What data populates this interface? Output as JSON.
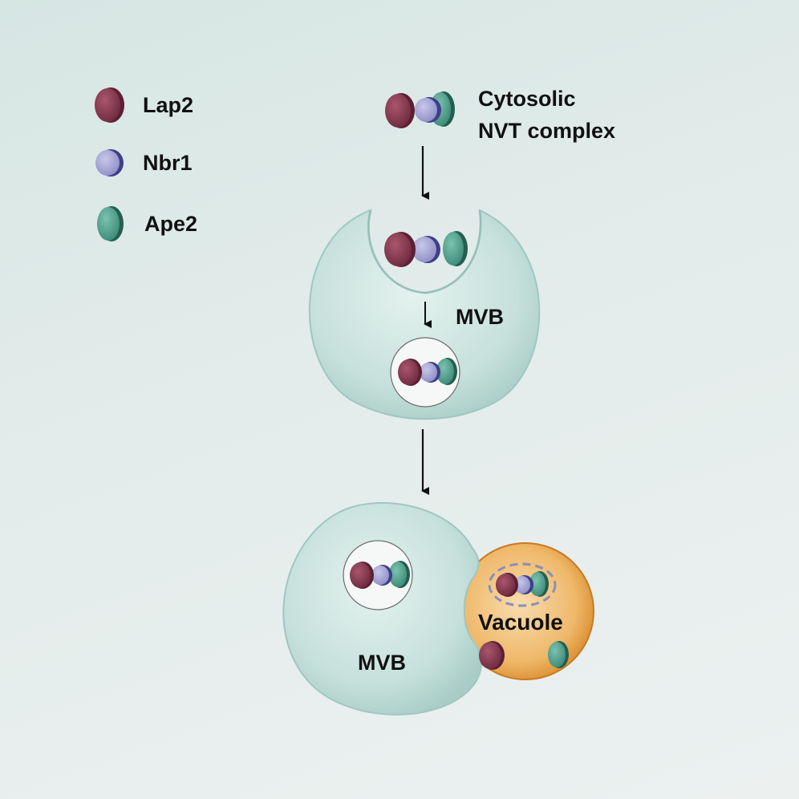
{
  "legend": {
    "items": [
      {
        "label": "Lap2",
        "icon": "lap2-icon",
        "color": "#8a3a52"
      },
      {
        "label": "Nbr1",
        "icon": "nbr1-icon",
        "color": "#a6a6d4"
      },
      {
        "label": "Ape2",
        "icon": "ape2-icon",
        "color": "#4f9f8c"
      }
    ]
  },
  "cytosolic": {
    "line1": "Cytosolic",
    "line2": "NVT complex"
  },
  "mvb_top": {
    "label": "MVB"
  },
  "mvb_bottom": {
    "label": "MVB"
  },
  "vacuole": {
    "label": "Vacuole",
    "color": "#e9a24a"
  },
  "colors": {
    "mvb_fill": "#c9e3de",
    "mvb_edge": "#9fc7c0",
    "vesicle_fill": "#f7f8f8",
    "arrow": "#111111"
  }
}
